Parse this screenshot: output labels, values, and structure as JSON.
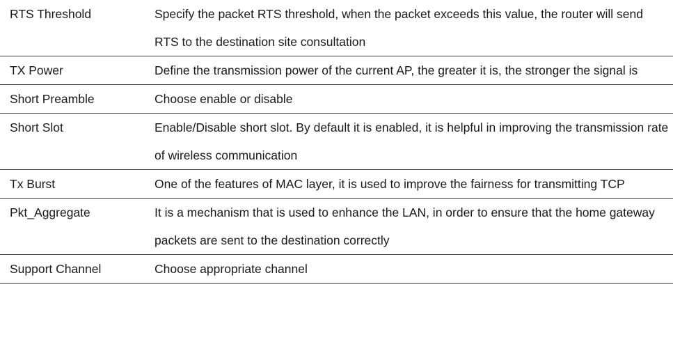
{
  "table": {
    "rows": [
      {
        "name": "RTS Threshold",
        "description": "Specify the packet RTS threshold, when the packet exceeds this value, the router will send RTS to the destination site consultation"
      },
      {
        "name": "TX Power",
        "description": "Define the transmission power of the current AP, the greater it is, the stronger the signal is"
      },
      {
        "name": "Short Preamble",
        "description": "Choose enable or disable"
      },
      {
        "name": "Short Slot",
        "description": "Enable/Disable short slot. By default it is enabled, it is helpful in improving the transmission rate of wireless communication"
      },
      {
        "name": "Tx Burst",
        "description": "One of the features of MAC layer, it is used to improve the fairness for transmitting TCP"
      },
      {
        "name": "Pkt_Aggregate",
        "description": "It is a mechanism that is used to enhance the LAN, in order to ensure that the home gateway packets are sent to the destination correctly"
      },
      {
        "name": "Support Channel",
        "description": "Choose appropriate channel"
      }
    ]
  }
}
